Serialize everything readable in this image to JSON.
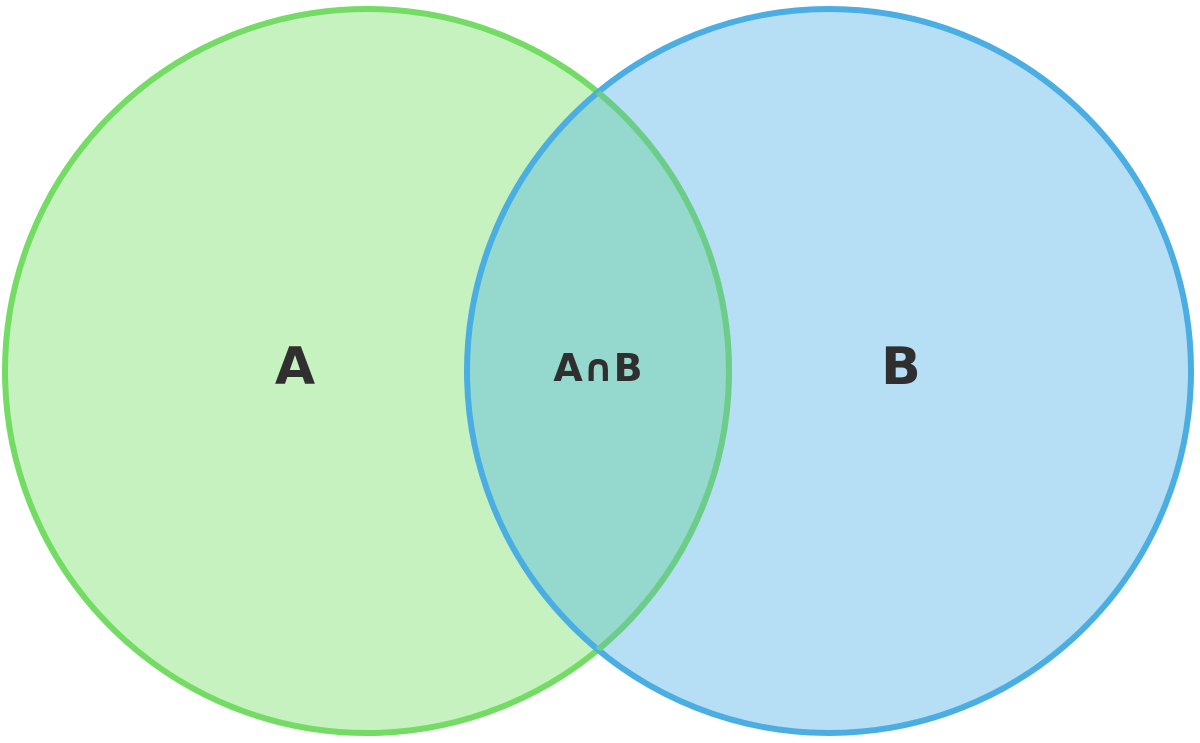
{
  "diagram": {
    "sets": [
      {
        "id": "A",
        "label": "A",
        "fill": "#c6f2c0",
        "stroke": "#74dc64"
      },
      {
        "id": "B",
        "label": "B",
        "fill": "#b6def4",
        "stroke": "#4aaee2"
      }
    ],
    "intersection": {
      "label": "A∩B",
      "fill": "#95d8ce",
      "stroke": "#6ccd8a"
    }
  }
}
